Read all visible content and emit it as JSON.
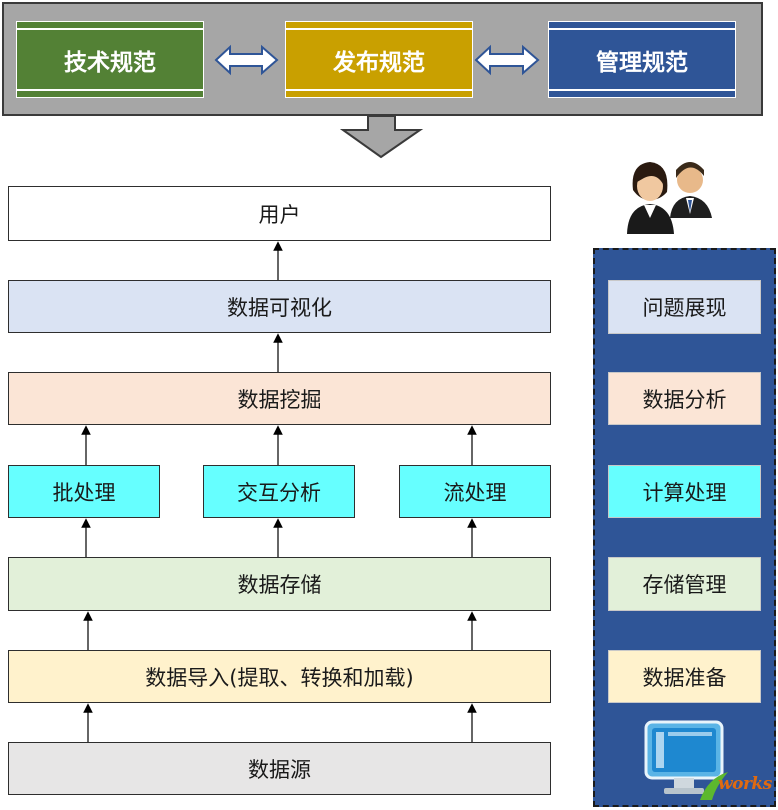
{
  "standards": {
    "tech": "技术规范",
    "release": "发布规范",
    "mgmt": "管理规范"
  },
  "layers": {
    "user": "用户",
    "visualization": "数据可视化",
    "mining": "数据挖掘",
    "batch": "批处理",
    "interactive": "交互分析",
    "stream": "流处理",
    "storage": "数据存储",
    "import": "数据导入(提取、转换和加载)",
    "source": "数据源"
  },
  "side": {
    "presentation": "问题展现",
    "analysis": "数据分析",
    "compute": "计算处理",
    "storage_mgmt": "存储管理",
    "preparation": "数据准备"
  },
  "watermark": "works",
  "colors": {
    "tech": "#538135",
    "release": "#c9a000",
    "mgmt": "#2f5597",
    "banner": "#a6a6a6",
    "panel": "#2f5597",
    "user": "#ffffff",
    "visualization": "#dae3f3",
    "mining": "#fbe5d6",
    "process": "#66ffff",
    "storage": "#e2f0d9",
    "import": "#fff2cc",
    "source": "#e7e6e6"
  },
  "icons": [
    "double-arrow-icon",
    "down-arrow-icon",
    "users-icon",
    "monitor-icon"
  ]
}
